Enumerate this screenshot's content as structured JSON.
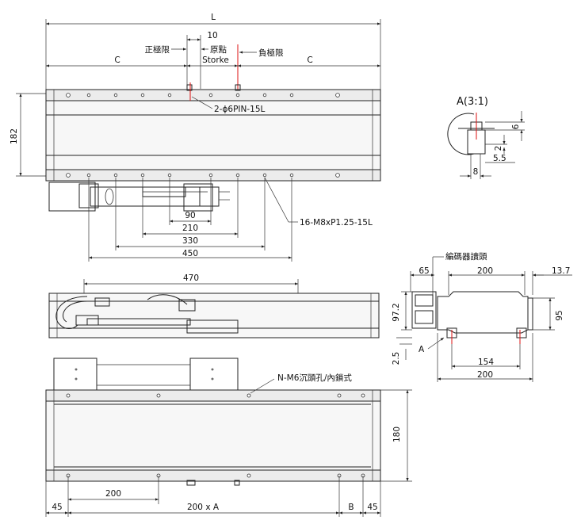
{
  "top_view": {
    "dim_L": "L",
    "dim_10": "10",
    "label_positive_limit": "正極限",
    "label_origin": "原點",
    "label_negative_limit": "負極限",
    "label_C_left": "C",
    "label_stroke": "Storke",
    "label_C_right": "C",
    "pin_callout": "2-ϕ6PIN-15L",
    "dim_182": "182",
    "dim_90": "90",
    "dim_210": "210",
    "dim_330": "330",
    "dim_450": "450",
    "thread_callout": "16-M8xP1.25-15L"
  },
  "detail": {
    "title": "A(3:1)",
    "dim_6": "6",
    "dim_2": "2",
    "dim_5_5": "5.5",
    "dim_8": "8"
  },
  "side_view": {
    "dim_470": "470"
  },
  "end_view": {
    "label_encoder": "編碼器讀頭",
    "dim_65": "65",
    "dim_200_top": "200",
    "dim_13_7": "13.7",
    "dim_97_2": "97.2",
    "dim_95": "95",
    "dim_2_5": "2.5",
    "label_A": "A",
    "dim_154": "154",
    "dim_200_bottom": "200"
  },
  "bottom_view": {
    "hole_callout": "N-M6沉頭孔/內鎖式",
    "dim_180": "180",
    "dim_45_left": "45",
    "dim_200": "200",
    "dim_200xA": "200 x A",
    "dim_B": "B",
    "dim_45_right": "45"
  }
}
